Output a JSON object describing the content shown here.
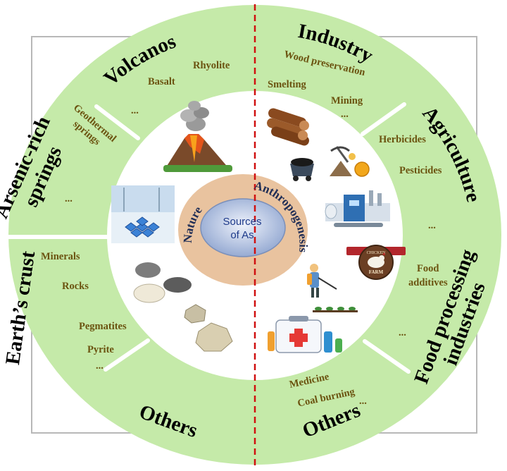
{
  "center": {
    "line1": "Sources",
    "line2": "of As"
  },
  "ring": {
    "left": "Nature",
    "right": "Anthropogenesis"
  },
  "segments": {
    "volcanos": {
      "title": "Volcanos",
      "items": [
        "Rhyolite",
        "Basalt",
        "..."
      ]
    },
    "arsenic_springs": {
      "title_line1": "Arsenic-rich",
      "title_line2": "springs",
      "items": [
        "Geothermal",
        "springs",
        "..."
      ]
    },
    "earth_crust": {
      "title": "Earth’s crust",
      "items": [
        "Minerals",
        "Rocks",
        "Pegmatites",
        "Pyrite",
        "..."
      ]
    },
    "others_left": {
      "title": "Others"
    },
    "industry": {
      "title": "Industry",
      "items": [
        "Wood preservation",
        "Smelting",
        "Mining",
        "..."
      ]
    },
    "agriculture": {
      "title": "Agriculture",
      "items": [
        "Herbicides",
        "Pesticides",
        "..."
      ]
    },
    "food_processing": {
      "title_line1": "Food processing",
      "title_line2": "industries",
      "items": [
        "Food",
        "additives",
        "..."
      ]
    },
    "others_right": {
      "title": "Others",
      "items": [
        "Medicine",
        "Coal burning",
        "..."
      ]
    }
  },
  "badges": {
    "farm_top": "CHICKEN",
    "farm_bottom": "FARM"
  },
  "colors": {
    "outer_ring": "#c5eaa9",
    "divider_line": "#d01010",
    "middle_ring": "#e9c39f",
    "center_disc": "#a4b7da"
  }
}
